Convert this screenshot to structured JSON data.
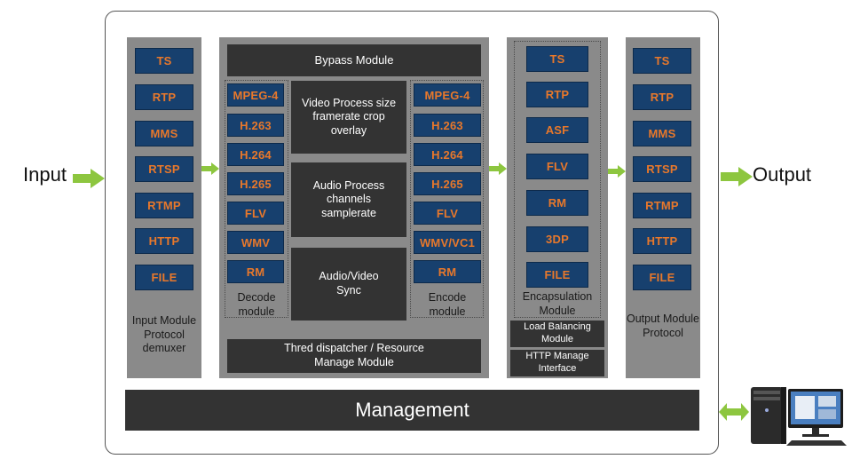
{
  "labels": {
    "input": "Input",
    "output": "Output"
  },
  "input_module": {
    "items": [
      "TS",
      "RTP",
      "MMS",
      "RTSP",
      "RTMP",
      "HTTP",
      "FILE"
    ],
    "caption": "Input Module Protocol demuxer"
  },
  "bypass": "Bypass Module",
  "decode": {
    "items": [
      "MPEG-4",
      "H.263",
      "H.264",
      "H.265",
      "FLV",
      "WMV",
      "RM"
    ],
    "caption": "Decode module"
  },
  "process": {
    "video": "Video Process size framerate crop overlay",
    "audio": "Audio Process channels samplerate",
    "sync": "Audio/Video Sync"
  },
  "encode": {
    "items": [
      "MPEG-4",
      "H.263",
      "H.264",
      "H.265",
      "FLV",
      "WMV/VC1",
      "RM"
    ],
    "caption": "Encode module"
  },
  "dispatcher": "Thred dispatcher / Resource Manage Module",
  "encapsulation": {
    "items": [
      "TS",
      "RTP",
      "ASF",
      "FLV",
      "RM",
      "3DP",
      "FILE"
    ],
    "caption": "Encapsulation Module"
  },
  "load_balancing": "Load Balancing Module",
  "http_manage": "HTTP Manage Interface",
  "output_module": {
    "items": [
      "TS",
      "RTP",
      "MMS",
      "RTSP",
      "RTMP",
      "HTTP",
      "FILE"
    ],
    "caption": "Output Module Protocol"
  },
  "management": "Management",
  "colors": {
    "chip_bg": "#17406e",
    "chip_text": "#e8782b",
    "panel": "#8a8a8a",
    "dark_box": "#333333",
    "arrow": "#8dc63f"
  },
  "icons": [
    "arrow-right-icon",
    "double-arrow-icon",
    "computer-icon"
  ]
}
